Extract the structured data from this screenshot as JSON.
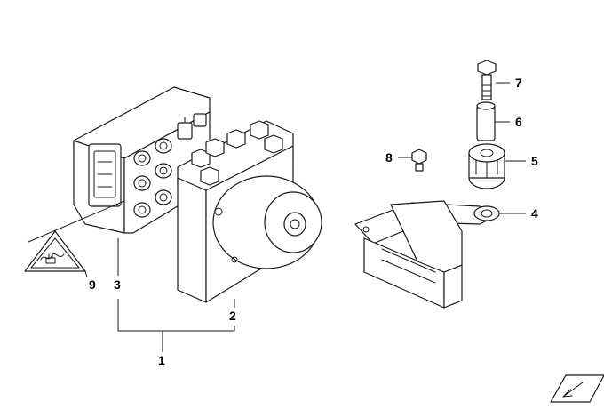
{
  "callouts": {
    "c1": "1",
    "c2": "2",
    "c3": "3",
    "c4": "4",
    "c5": "5",
    "c6": "6",
    "c7": "7",
    "c8": "8",
    "c9": "9"
  },
  "icons": {
    "warning": "electrostatic-warning-icon",
    "navigation": "navigation-arrow-icon"
  },
  "colors": {
    "line": "#1a1a1a",
    "background": "#ffffff"
  }
}
